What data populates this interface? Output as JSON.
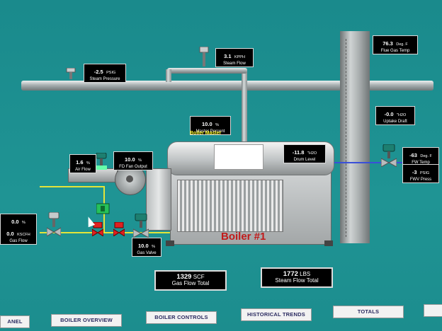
{
  "readouts": {
    "steam_pressure": {
      "value": "-2.5",
      "unit": "PSIG",
      "label": "Steam Pressure"
    },
    "steam_flow": {
      "value": "3.1",
      "unit": "KPPH",
      "label": "Steam Flow"
    },
    "flue_gas_temp": {
      "value": "76.3",
      "unit": "Deg. F",
      "label": "Flue Gas Temp"
    },
    "uptake_draft": {
      "value": "-0.0",
      "unit": "\"H2O",
      "label": "Uptake Draft"
    },
    "master_percent": {
      "value": "10.0",
      "unit": "%",
      "label": "Master Percent"
    },
    "drum_level": {
      "value": "-11.8",
      "unit": "\"H2O",
      "label": "Drum Level"
    },
    "air_flow": {
      "value": "1.6",
      "unit": "%",
      "label": "Air Flow"
    },
    "fd_fan_output": {
      "value": "10.0",
      "unit": "%",
      "label": "FD Fan Output"
    },
    "gas_flow": {
      "value": "0.0",
      "value2": "0.0",
      "unit": "%",
      "unit2": "KSCFH",
      "label": "Gas Flow"
    },
    "gas_valve": {
      "value": "10.0",
      "unit": "%",
      "label": "Gas Valve"
    },
    "fw_temp": {
      "value": "-63",
      "unit": "Deg. F",
      "label": "FW Temp"
    },
    "fw_press": {
      "value": "-3",
      "unit": "PSIG",
      "label": "FWV Press"
    }
  },
  "labels": {
    "boiler_master": "Boiler Master",
    "boiler_title": "Boiler #1"
  },
  "totals": {
    "gas": {
      "value": "1329",
      "unit": "SCF",
      "label": "Gas Flow Total"
    },
    "steam": {
      "value": "1772",
      "unit": "LBS",
      "label": "Steam Flow Total"
    }
  },
  "tabs": [
    "ANEL",
    "BOILER OVERVIEW",
    "BOILER CONTROLS",
    "HISTORICAL TRENDS",
    "TOTALS",
    ""
  ],
  "colors": {
    "background": "#1f9494",
    "title": "#c11b1b",
    "highlight": "#ffff33"
  }
}
